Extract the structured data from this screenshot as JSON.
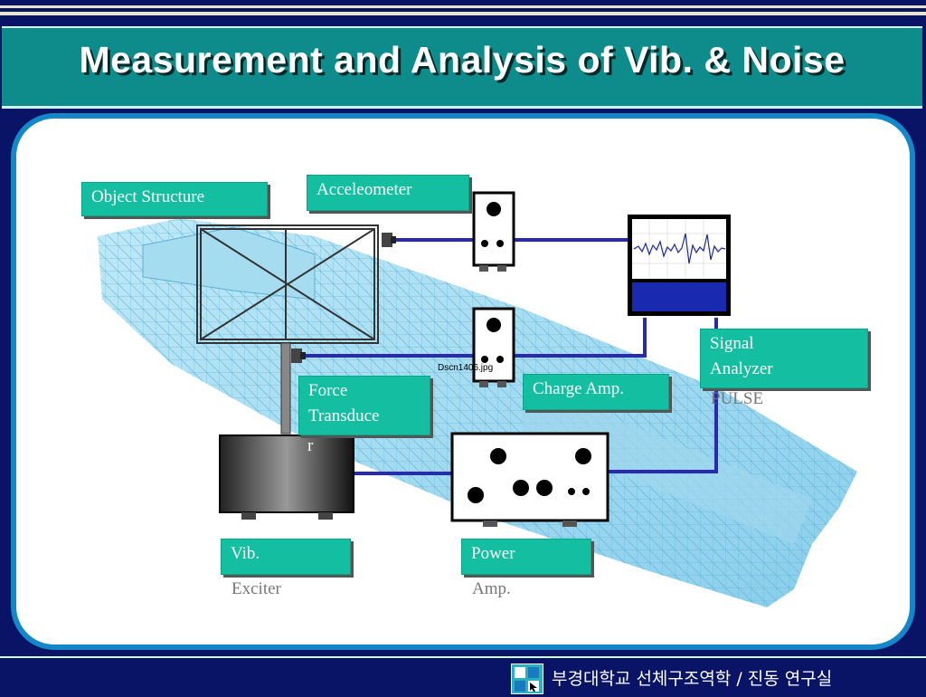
{
  "slide": {
    "title": "Measurement and Analysis  of  Vib. & Noise",
    "footer_text": "부경대학교 선체구조역학 / 진동 연구실"
  },
  "labels": {
    "object_structure": "Object Structure",
    "accelerometer": "Acceleometer",
    "force_transducer_line1": "Force",
    "force_transducer_line2": "Transduce",
    "force_transducer_line3": "r",
    "charge_amp": "Charge Amp.",
    "signal_analyzer_line1": "Signal",
    "signal_analyzer_line2": "Analyzer",
    "signal_analyzer_line3": "PULSE",
    "vib_exciter_line1": "Vib.",
    "vib_exciter_line2": "Exciter",
    "power_amp_line1": "Power",
    "power_amp_line2": "Amp.",
    "image_caption": "Dscn1406.jpg"
  },
  "colors": {
    "title_bg": "#0e8c8c",
    "label_bg": "#13bfa0",
    "wire": "#2a2ab0",
    "panel_border": "#1487c8",
    "background": "#0a1466"
  },
  "icons": [
    "ship-hull",
    "frame-structure",
    "charge-amplifier",
    "signal-analyzer-screen",
    "vibration-exciter",
    "power-amplifier",
    "accelerometer-sensor",
    "force-transducer-sensor"
  ]
}
